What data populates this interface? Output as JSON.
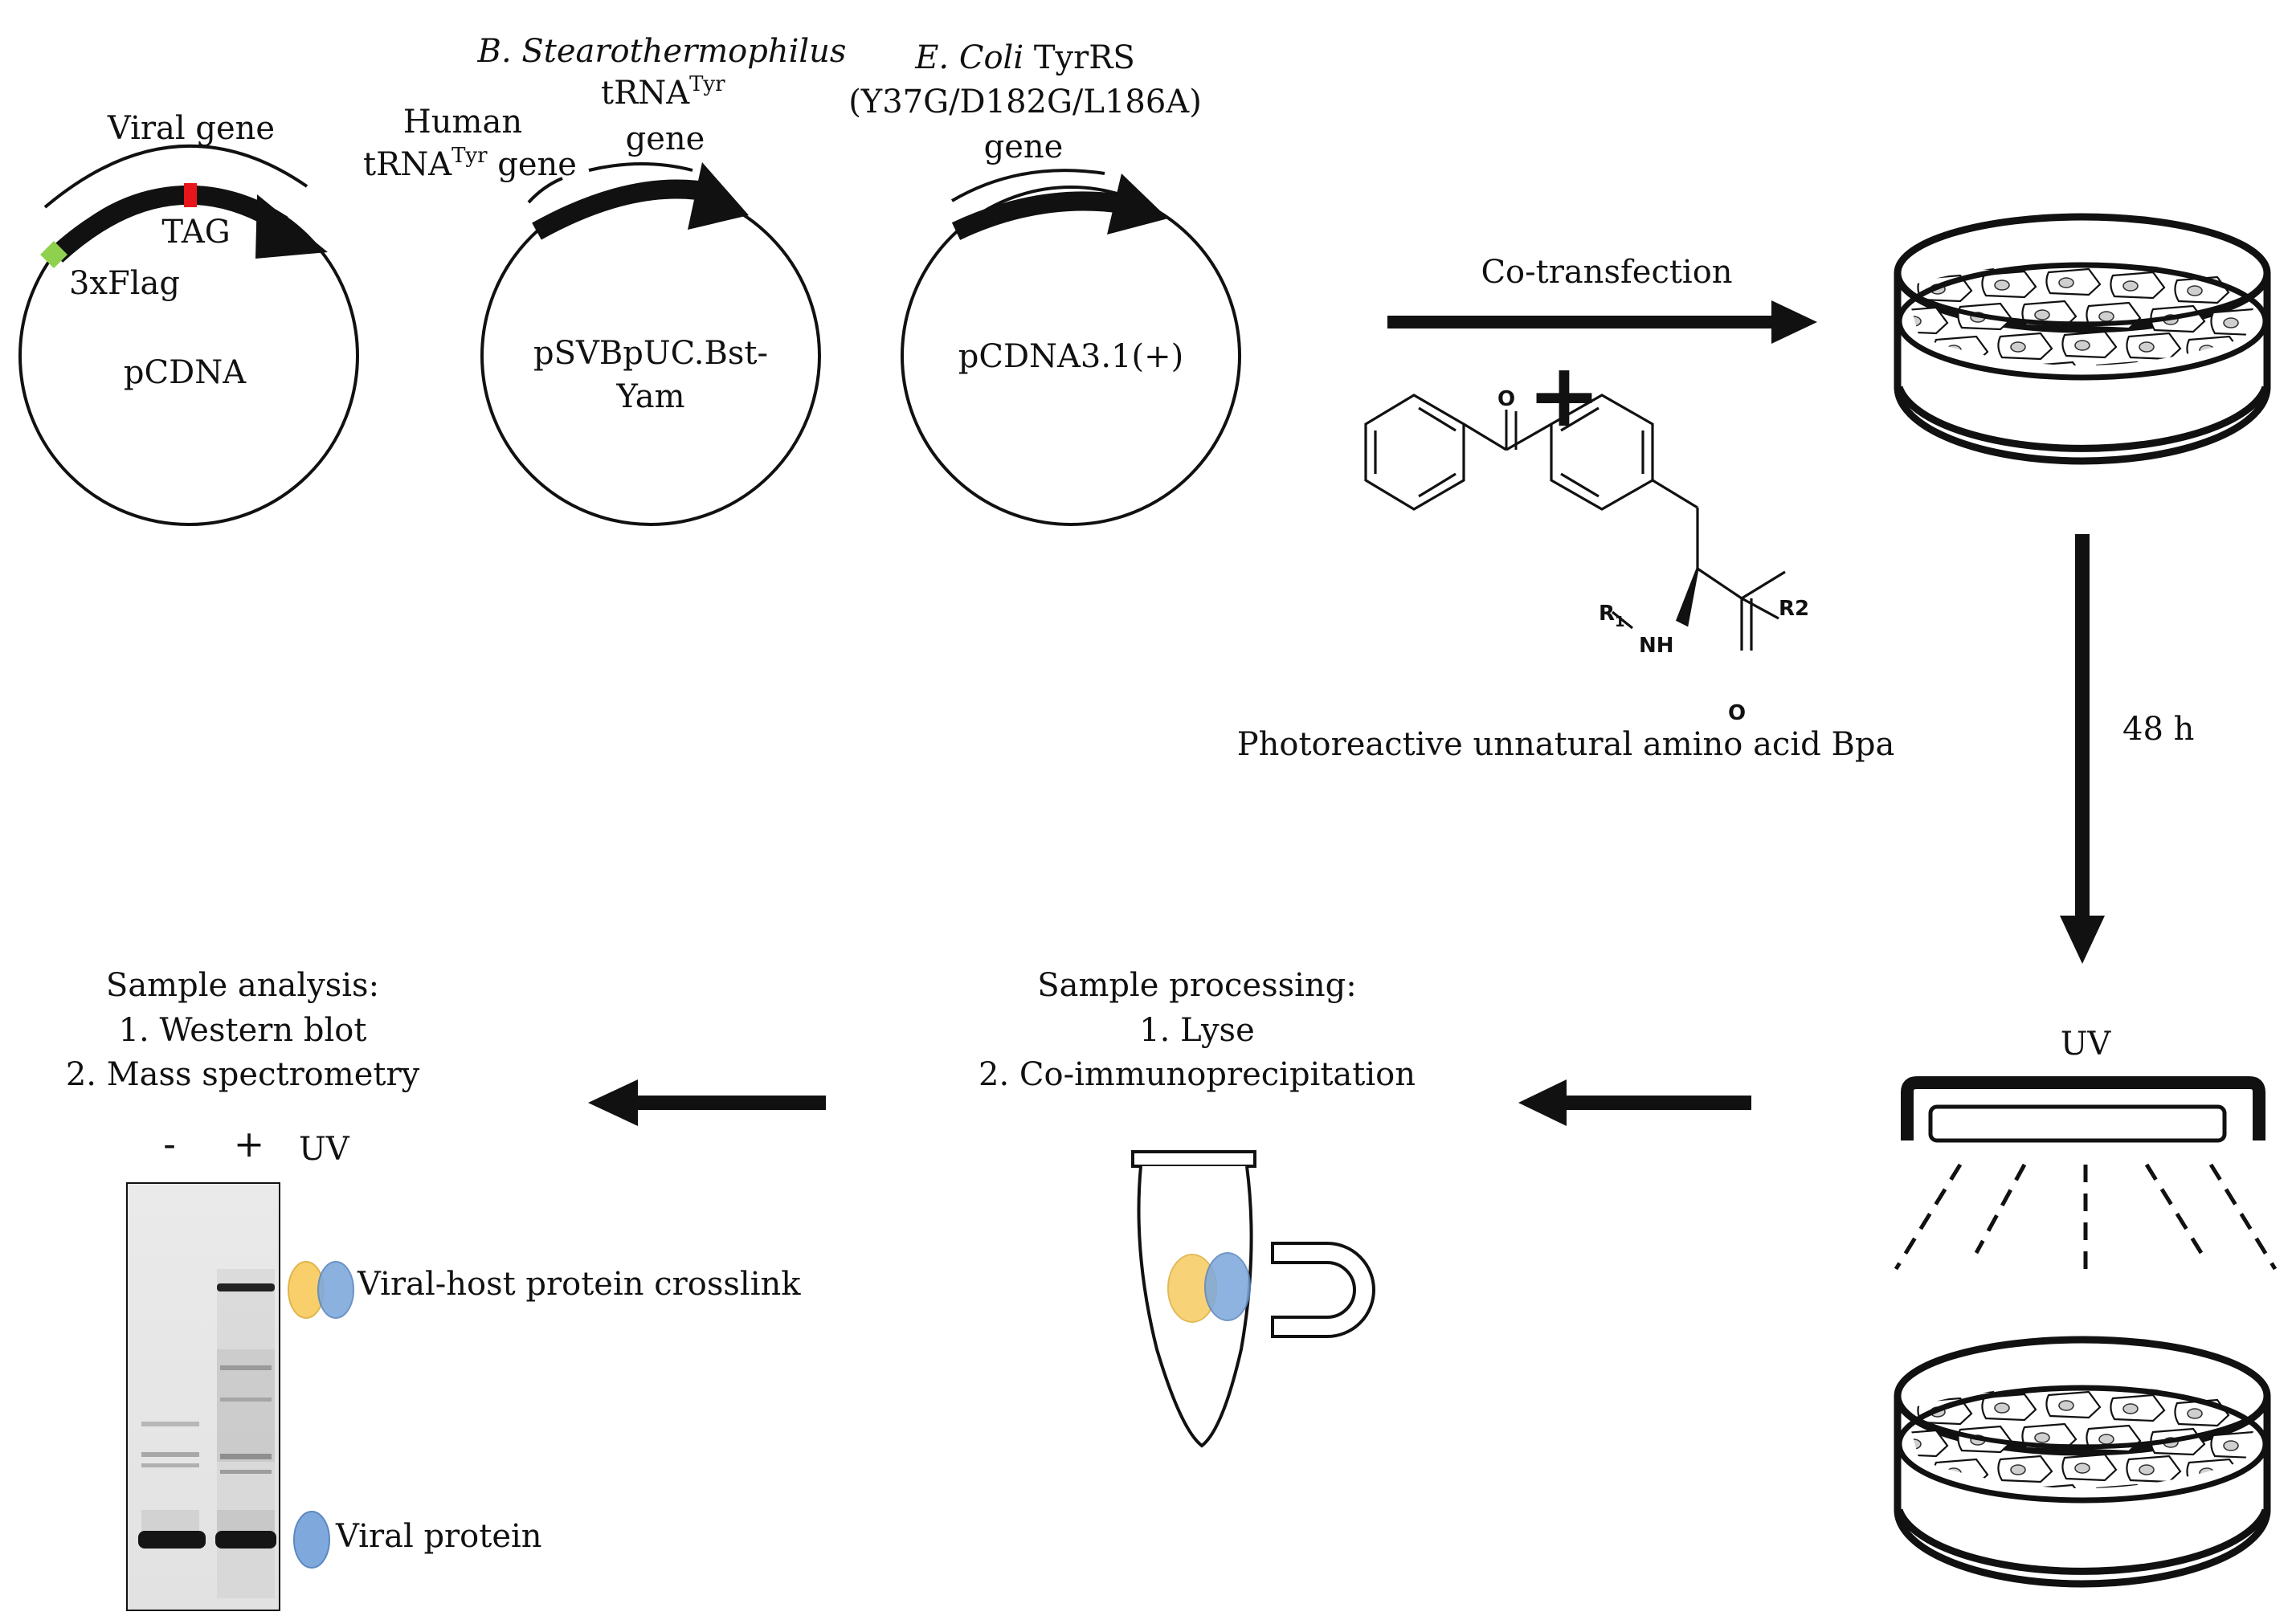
{
  "colors": {
    "flag_tag": "#8fd14f",
    "tag_mark": "#e8161a",
    "host_protein": "#f8cf6b",
    "viral_protein": "#7fa9dc"
  },
  "plasmids": {
    "p1": {
      "name": "pCDNA",
      "gene_label": "Viral gene",
      "tag_label": "TAG",
      "flag_label": "3xFlag"
    },
    "p2": {
      "name_line1": "pSVBpUC.Bst-",
      "name_line2": "Yam",
      "human_line1": "Human",
      "human_line2_pre": "tRNA",
      "human_line2_sup": "Tyr",
      "human_line2_post": " gene",
      "bst_line1": "B. Stearothermophilus",
      "bst_line2_pre": "tRNA",
      "bst_line2_sup": "Tyr",
      "bst_line3": "gene"
    },
    "p3": {
      "name": "pCDNA3.1(+)",
      "line1_italic": "E. Coli",
      "line1_rest": " TyrRS",
      "line2": "(Y37G/D182G/L186A)",
      "line3": "gene"
    }
  },
  "steps": {
    "cotransfection": "Co-transfection",
    "plus": "+",
    "time": "48 h",
    "uv": "UV"
  },
  "bpa": {
    "caption": "Photoreactive unnatural amino acid Bpa",
    "o_top": "O",
    "r1": "R",
    "r1_sub": "1",
    "nh": "NH",
    "r2": "R2",
    "o_bottom": "O"
  },
  "processing": {
    "title": "Sample processing:",
    "step1": "1. Lyse",
    "step2": "2. Co-immunoprecipitation"
  },
  "analysis": {
    "title": "Sample analysis:",
    "step1": "1. Western blot",
    "step2": "2. Mass spectrometry",
    "lane_minus": "-",
    "lane_plus": "+",
    "uv": "UV",
    "crosslink_label": "Viral-host protein crosslink",
    "viral_label": "Viral protein"
  }
}
